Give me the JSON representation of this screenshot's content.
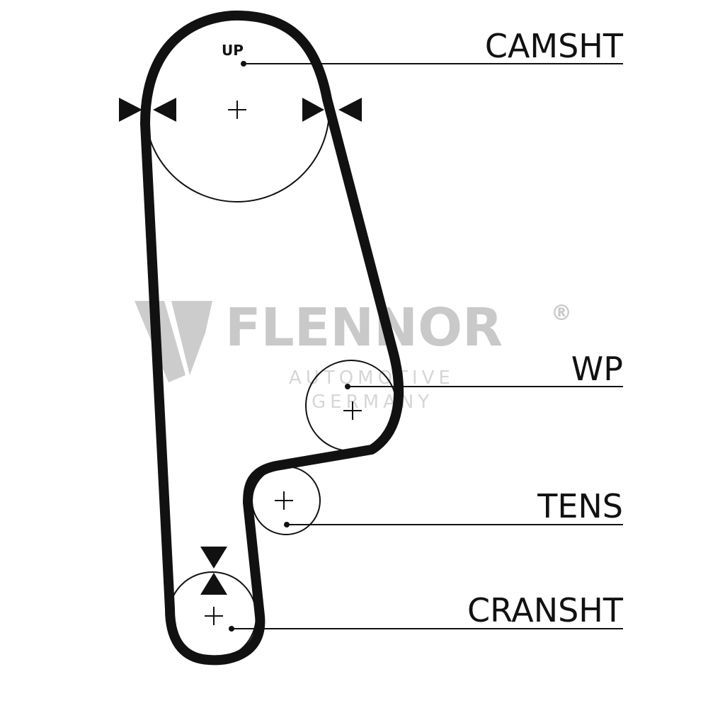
{
  "labels": {
    "camshaft": "CAMSHT",
    "water_pump": "WP",
    "tensioner": "TENS",
    "crankshaft": "CRANSHT",
    "up": "UP"
  },
  "watermark": {
    "brand": "FLENNOR",
    "registered": "®",
    "line1": "AUTOMOTIVE",
    "line2": "GERMANY"
  },
  "colors": {
    "belt": "#111111",
    "line": "#111111",
    "watermark": "#c9c9c9"
  }
}
